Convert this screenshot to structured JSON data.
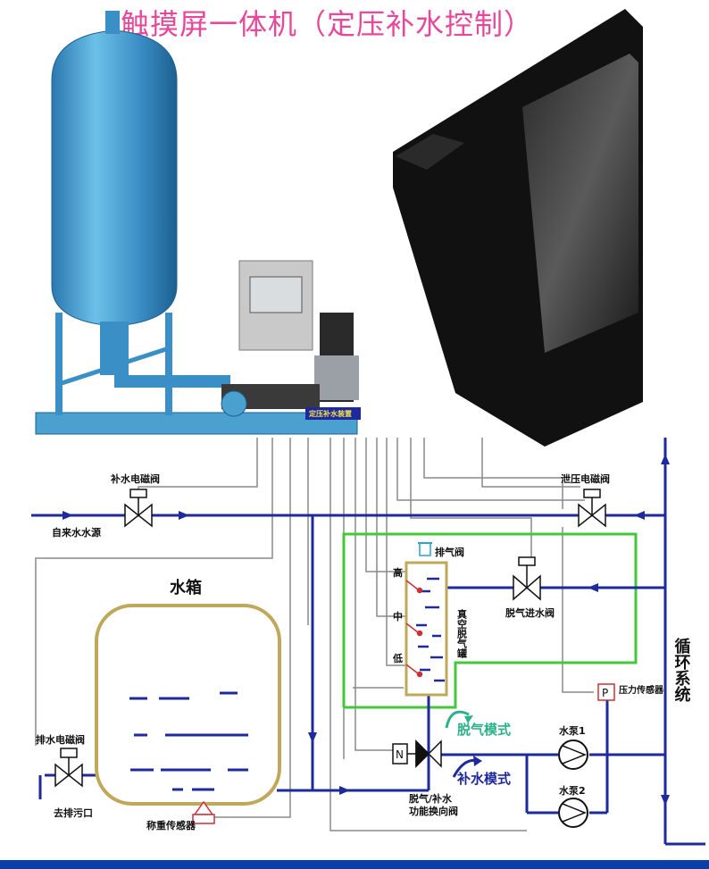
{
  "title": "触摸屏一体机（定压补水控制）",
  "equipment_plate": "定压补水装置",
  "labels": {
    "makeup_valve": "补水电磁阀",
    "water_source": "自来水水源",
    "relief_valve": "泄压电磁阀",
    "water_tank": "水箱",
    "exhaust_valve": "排气阀",
    "level_high": "高",
    "level_mid": "中",
    "level_low": "低",
    "vacuum_tank": "真空脱气罐",
    "degas_inlet_valve": "脱气进水阀",
    "circulation_system": "循环系统",
    "pressure_sensor": "压力传感器",
    "pressure_symbol": "P",
    "drain_valve": "排水电磁阀",
    "to_drain": "去排污口",
    "weigh_sensor": "称重传感器",
    "degas_mode": "脱气模式",
    "makeup_mode": "补水模式",
    "switch_valve_line1": "脱气/补水",
    "switch_valve_line2": "功能换向阀",
    "pump1": "水泵1",
    "pump2": "水泵2",
    "switch_valve_symbol": "N"
  },
  "colors": {
    "title": "#e8489a",
    "pipe": "#1e2a9c",
    "control_line": "#8a8a8a",
    "degas_loop": "#44c83a",
    "tank_outline": "#bfa85a",
    "degas_mode": "#2bb08a",
    "makeup_mode": "#1e2a9c",
    "sensor_red": "#c8303a",
    "vessel": "#3a8fc6",
    "screen_frame": "#141414"
  },
  "icons": [
    "solenoid-valve-icon",
    "pump-icon",
    "pressure-sensor-icon",
    "weigh-sensor-icon",
    "exhaust-valve-icon"
  ]
}
